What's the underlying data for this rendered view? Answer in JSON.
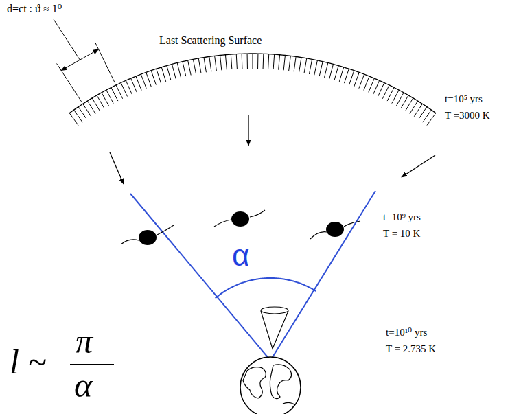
{
  "diagram": {
    "labels": [
      "d=ct : ϑ ≈ 1⁰",
      "Last Scattering Surface",
      "t=10⁵ yrs",
      "T =3000 K",
      "t=10⁹ yrs",
      "T = 10 K",
      "α",
      "t=10¹⁰ yrs",
      "T = 2.735 K",
      "l ~",
      "π",
      "α"
    ]
  }
}
